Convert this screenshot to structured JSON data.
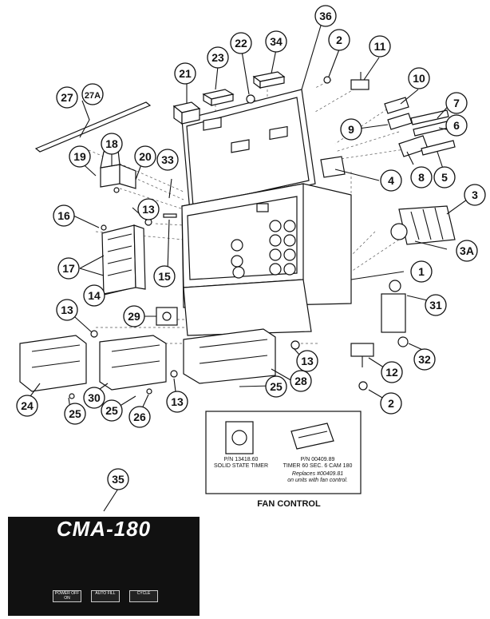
{
  "callouts": [
    "1",
    "2",
    "2",
    "3",
    "3A",
    "4",
    "5",
    "6",
    "7",
    "8",
    "9",
    "10",
    "11",
    "12",
    "13",
    "13",
    "13",
    "13",
    "14",
    "15",
    "16",
    "17",
    "18",
    "19",
    "20",
    "21",
    "22",
    "23",
    "24",
    "25",
    "25",
    "25",
    "26",
    "27",
    "27A",
    "28",
    "29",
    "30",
    "31",
    "32",
    "33",
    "34",
    "35",
    "36"
  ],
  "fan_control": {
    "title": "FAN CONTROL",
    "timer_solid": {
      "pn": "P/N 13418.60",
      "name": "SOLID STATE TIMER"
    },
    "timer_cam": {
      "pn": "P/N 00409.89",
      "name": "TIMER 60 SEC. 6 CAM 180",
      "note1": "Replaces #00409.81",
      "note2": "on units with fan control."
    }
  },
  "panel": {
    "title": "CMA-180",
    "buttons": [
      "POWER OFF ON",
      "AUTO FILL",
      "CYCLE"
    ]
  },
  "colors": {
    "ink": "#111111",
    "paper": "#ffffff",
    "panel": "#111111"
  }
}
